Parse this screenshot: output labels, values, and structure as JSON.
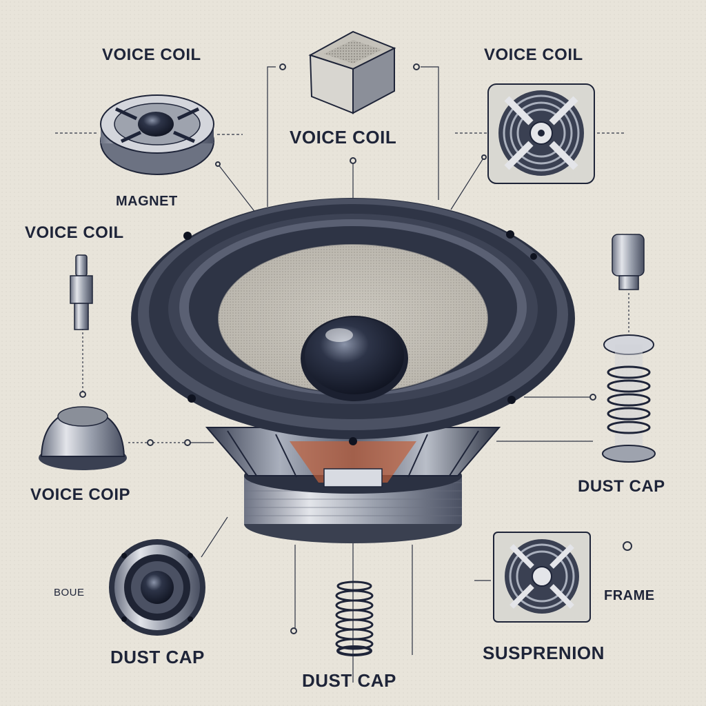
{
  "labels": {
    "voice_coil_top_left": "VOICE COIL",
    "voice_coil_top_center": "VOICE COIL",
    "voice_coil_top_right": "VOICE COIL",
    "magnet": "MAGNET",
    "voice_coil_left": "VOICE COIL",
    "voice_coip": "VOICE COIP",
    "dust_cap_right": "DUST CAP",
    "boue": "BOUE",
    "dust_cap_bottom_left": "DUST CAP",
    "dust_cap_bottom_center": "DUST CAP",
    "frame": "FRAME",
    "suspension": "SUSPRENION"
  },
  "colors": {
    "background": "#e8e4da",
    "ink": "#1e2438",
    "metal_dark": "#2b3142",
    "metal_light": "#c9ccd3",
    "cone": "#cfcac0",
    "accent_copper": "#c0603a"
  }
}
